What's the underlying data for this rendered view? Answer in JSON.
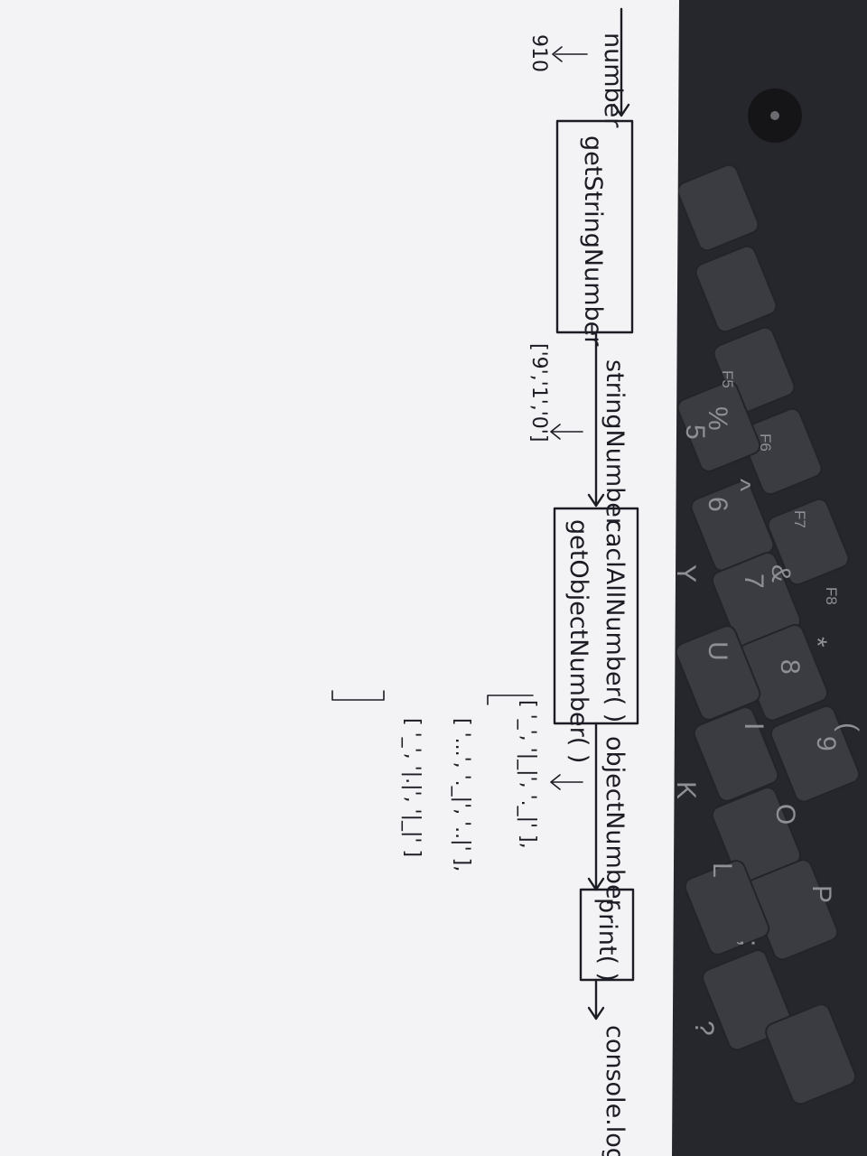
{
  "diagram": {
    "nodes": {
      "number": "number",
      "number_example": "910",
      "get_string_number": "getStringNumber",
      "string_number": "stringNumber",
      "string_number_example": "['9','1','0']",
      "cacl_all_number": "caclAllNumber( )",
      "get_object_number": "getObjectNumber( )",
      "object_number": "objectNumber",
      "object_number_example": {
        "row1": "[ '_', '|_|', '._|' ],",
        "row2": "[ '...', '._|', '..|' ],",
        "row3": "[ '_', '|.|', '|_|' ]"
      },
      "print": "print( )",
      "console_log": "console.log"
    }
  },
  "keyboard": {
    "key_labels": [
      "5",
      "%",
      "6",
      "^",
      "7",
      "&",
      "8",
      "*",
      "9",
      "(",
      "Y",
      "U",
      "I",
      "O",
      "P",
      "K",
      "L",
      ";",
      "?",
      "F5",
      "F6",
      "F7",
      "F8"
    ]
  }
}
